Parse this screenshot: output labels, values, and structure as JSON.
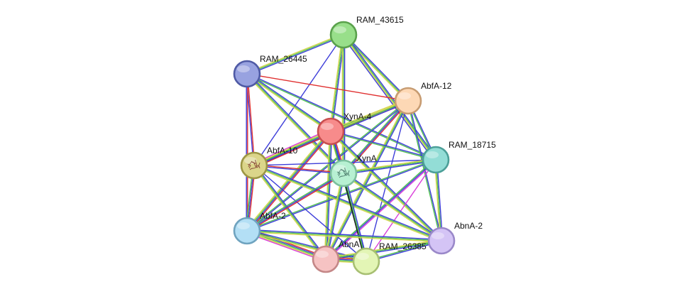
{
  "network": {
    "nodes": [
      {
        "id": "RAM_43615",
        "label": "RAM_43615",
        "fill": "#98df8a",
        "stroke": "#5aa14c",
        "icon": ""
      },
      {
        "id": "RAM_26445",
        "label": "RAM_26445",
        "fill": "#98a2e0",
        "stroke": "#4f5aa5",
        "icon": ""
      },
      {
        "id": "AbfA-12",
        "label": "AbfA-12",
        "fill": "#fdd8b5",
        "stroke": "#c79c72",
        "icon": ""
      },
      {
        "id": "XynA-4",
        "label": "XynA-4",
        "fill": "#f78b8b",
        "stroke": "#c84f4f",
        "icon": ""
      },
      {
        "id": "RAM_18715",
        "label": "RAM_18715",
        "fill": "#93ddd6",
        "stroke": "#4c9f98",
        "icon": ""
      },
      {
        "id": "AbfA-10",
        "label": "AbfA-10",
        "fill": "#dbd58a",
        "stroke": "#9c9644",
        "icon": "protein-structure-icon"
      },
      {
        "id": "XynA",
        "label": "XynA",
        "fill": "#b7f0d2",
        "stroke": "#7bbf9d",
        "icon": "protein-structure-icon"
      },
      {
        "id": "AbfA-2",
        "label": "AbfA-2",
        "fill": "#b3dff5",
        "stroke": "#6fa3bf",
        "icon": ""
      },
      {
        "id": "AbnA-2",
        "label": "AbnA-2",
        "fill": "#d4c4f5",
        "stroke": "#9a88c9",
        "icon": ""
      },
      {
        "id": "AbnA",
        "label": "AbnA",
        "fill": "#f6c3c3",
        "stroke": "#c48787",
        "icon": ""
      },
      {
        "id": "RAM_26385",
        "label": "RAM_26385",
        "fill": "#e3f5b5",
        "stroke": "#a7bf72",
        "icon": ""
      }
    ],
    "edges": [
      {
        "source": "RAM_43615",
        "target": "RAM_26445",
        "colors": [
          "#3d3dd9",
          "#4fbf4f",
          "#d4d44a"
        ]
      },
      {
        "source": "RAM_43615",
        "target": "AbfA-12",
        "colors": [
          "#3d3dd9",
          "#4fbf4f",
          "#d4d44a"
        ]
      },
      {
        "source": "RAM_43615",
        "target": "XynA-4",
        "colors": [
          "#3d3dd9",
          "#4fbf4f",
          "#d4d44a"
        ]
      },
      {
        "source": "RAM_43615",
        "target": "RAM_18715",
        "colors": [
          "#3d3dd9",
          "#4fbf4f",
          "#d4d44a",
          "#3d3dd9"
        ]
      },
      {
        "source": "RAM_43615",
        "target": "AbfA-10",
        "colors": [
          "#3d3dd9"
        ]
      },
      {
        "source": "RAM_43615",
        "target": "XynA",
        "colors": [
          "#3d3dd9",
          "#4fbf4f",
          "#d4d44a"
        ]
      },
      {
        "source": "RAM_26445",
        "target": "AbfA-12",
        "colors": [
          "#e03030"
        ]
      },
      {
        "source": "RAM_26445",
        "target": "XynA-4",
        "colors": [
          "#3d3dd9",
          "#4fbf4f",
          "#d4d44a"
        ]
      },
      {
        "source": "RAM_26445",
        "target": "RAM_18715",
        "colors": [
          "#3d3dd9",
          "#4fbf4f"
        ]
      },
      {
        "source": "RAM_26445",
        "target": "AbfA-10",
        "colors": [
          "#e03030",
          "#3d3dd9"
        ]
      },
      {
        "source": "RAM_26445",
        "target": "XynA",
        "colors": [
          "#3d3dd9",
          "#4fbf4f",
          "#d4d44a"
        ]
      },
      {
        "source": "RAM_26445",
        "target": "AbfA-2",
        "colors": [
          "#e03030",
          "#3d3dd9"
        ]
      },
      {
        "source": "AbfA-12",
        "target": "XynA-4",
        "colors": [
          "#e03030",
          "#3d3dd9",
          "#4fbf4f",
          "#d4d44a"
        ]
      },
      {
        "source": "AbfA-12",
        "target": "RAM_18715",
        "colors": [
          "#3d3dd9",
          "#4fbf4f"
        ]
      },
      {
        "source": "AbfA-12",
        "target": "AbfA-10",
        "colors": [
          "#3d3dd9",
          "#4fbf4f",
          "#d4d44a"
        ]
      },
      {
        "source": "AbfA-12",
        "target": "XynA",
        "colors": [
          "#e03030",
          "#3d3dd9",
          "#4fbf4f"
        ]
      },
      {
        "source": "AbfA-12",
        "target": "AbfA-2",
        "colors": [
          "#3d3dd9",
          "#4fbf4f"
        ]
      },
      {
        "source": "AbfA-12",
        "target": "AbnA-2",
        "colors": [
          "#3d3dd9",
          "#4fbf4f"
        ]
      },
      {
        "source": "AbfA-12",
        "target": "AbnA",
        "colors": [
          "#3d3dd9",
          "#4fbf4f",
          "#d4d44a"
        ]
      },
      {
        "source": "AbfA-12",
        "target": "RAM_26385",
        "colors": [
          "#3d3dd9"
        ]
      },
      {
        "source": "XynA-4",
        "target": "RAM_18715",
        "colors": [
          "#3d3dd9",
          "#4fbf4f"
        ]
      },
      {
        "source": "XynA-4",
        "target": "AbfA-10",
        "colors": [
          "#e03030",
          "#3d3dd9",
          "#4fbf4f",
          "#d4d44a",
          "#d93dd9"
        ]
      },
      {
        "source": "XynA-4",
        "target": "XynA",
        "colors": [
          "#e03030",
          "#3d3dd9",
          "#4fbf4f",
          "#d4d44a"
        ]
      },
      {
        "source": "XynA-4",
        "target": "AbfA-2",
        "colors": [
          "#e03030",
          "#3d3dd9",
          "#4fbf4f",
          "#d4d44a"
        ]
      },
      {
        "source": "XynA-4",
        "target": "AbnA-2",
        "colors": [
          "#3d3dd9",
          "#4fbf4f",
          "#d4d44a"
        ]
      },
      {
        "source": "XynA-4",
        "target": "AbnA",
        "colors": [
          "#3d3dd9",
          "#4fbf4f",
          "#d4d44a"
        ]
      },
      {
        "source": "XynA-4",
        "target": "RAM_26385",
        "colors": [
          "#3d3dd9",
          "#4fbf4f"
        ]
      },
      {
        "source": "RAM_18715",
        "target": "AbfA-10",
        "colors": [
          "#3d3dd9"
        ]
      },
      {
        "source": "RAM_18715",
        "target": "XynA",
        "colors": [
          "#3d3dd9",
          "#4fbf4f",
          "#d4d44a"
        ]
      },
      {
        "source": "RAM_18715",
        "target": "AbfA-2",
        "colors": [
          "#3d3dd9",
          "#4fbf4f"
        ]
      },
      {
        "source": "RAM_18715",
        "target": "AbnA-2",
        "colors": [
          "#3d3dd9",
          "#4fbf4f",
          "#d4d44a"
        ]
      },
      {
        "source": "RAM_18715",
        "target": "AbnA",
        "colors": [
          "#d93dd9",
          "#3d3dd9",
          "#4fbf4f"
        ]
      },
      {
        "source": "RAM_18715",
        "target": "RAM_26385",
        "colors": [
          "#d93dd9"
        ]
      },
      {
        "source": "AbfA-10",
        "target": "XynA",
        "colors": [
          "#e03030",
          "#3d3dd9"
        ]
      },
      {
        "source": "AbfA-10",
        "target": "AbfA-2",
        "colors": [
          "#e03030",
          "#3d3dd9",
          "#4fbf4f"
        ]
      },
      {
        "source": "AbfA-10",
        "target": "AbnA-2",
        "colors": [
          "#3d3dd9",
          "#4fbf4f",
          "#d4d44a"
        ]
      },
      {
        "source": "AbfA-10",
        "target": "AbnA",
        "colors": [
          "#3d3dd9",
          "#4fbf4f",
          "#d4d44a"
        ]
      },
      {
        "source": "AbfA-10",
        "target": "RAM_26385",
        "colors": [
          "#3d3dd9"
        ]
      },
      {
        "source": "XynA",
        "target": "AbfA-2",
        "colors": [
          "#e03030",
          "#3d3dd9",
          "#4fbf4f"
        ]
      },
      {
        "source": "XynA",
        "target": "AbnA-2",
        "colors": [
          "#3d3dd9",
          "#4fbf4f",
          "#d4d44a"
        ]
      },
      {
        "source": "XynA",
        "target": "AbnA",
        "colors": [
          "#3d3dd9",
          "#4fbf4f",
          "#d4d44a"
        ]
      },
      {
        "source": "XynA",
        "target": "RAM_26385",
        "colors": [
          "#3d3dd9",
          "#4fbf4f",
          "#1a1a1a"
        ]
      },
      {
        "source": "AbfA-2",
        "target": "AbnA-2",
        "colors": [
          "#3d3dd9",
          "#4fbf4f",
          "#d4d44a"
        ]
      },
      {
        "source": "AbfA-2",
        "target": "AbnA",
        "colors": [
          "#e03030",
          "#3d3dd9",
          "#4fbf4f",
          "#d4d44a",
          "#d93dd9"
        ]
      },
      {
        "source": "AbfA-2",
        "target": "RAM_26385",
        "colors": [
          "#3d3dd9",
          "#4fbf4f",
          "#d4d44a"
        ]
      },
      {
        "source": "AbnA-2",
        "target": "AbnA",
        "colors": [
          "#3d3dd9",
          "#4fbf4f",
          "#d4d44a"
        ]
      },
      {
        "source": "AbnA-2",
        "target": "RAM_26385",
        "colors": [
          "#3d3dd9",
          "#4fbf4f"
        ]
      },
      {
        "source": "AbnA",
        "target": "RAM_26385",
        "colors": [
          "#e03030",
          "#3d3dd9",
          "#4fbf4f",
          "#d4d44a"
        ]
      }
    ]
  }
}
